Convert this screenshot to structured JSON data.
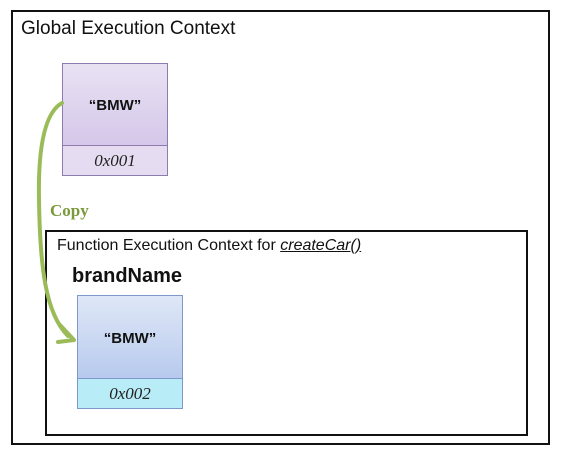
{
  "global_context": {
    "title": "Global Execution Context",
    "memory": {
      "value": "“BMW”",
      "address": "0x001"
    }
  },
  "copy_label": "Copy",
  "function_context": {
    "title_prefix": "Function Execution Context for ",
    "function_name": "createCar()",
    "variable_name": "brandName",
    "memory": {
      "value": "“BMW”",
      "address": "0x002"
    }
  },
  "colors": {
    "copy_arrow": "#9bbb59",
    "global_box": "#cdbde6",
    "function_box": "#a9c0ea",
    "function_address": "#b8ecf6"
  }
}
